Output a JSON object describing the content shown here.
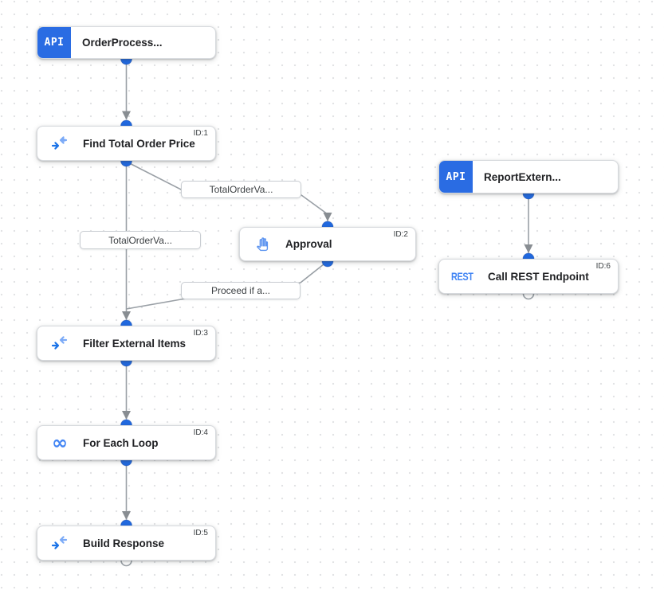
{
  "diagram": {
    "nodes": {
      "order_process": {
        "label": "OrderProcess...",
        "badge": "API"
      },
      "find_total": {
        "label": "Find Total Order Price",
        "id": "ID:1"
      },
      "approval": {
        "label": "Approval",
        "id": "ID:2"
      },
      "filter_items": {
        "label": "Filter External Items",
        "id": "ID:3"
      },
      "for_each": {
        "label": "For Each Loop",
        "id": "ID:4"
      },
      "build_response": {
        "label": "Build Response",
        "id": "ID:5"
      },
      "report_extern": {
        "label": "ReportExtern...",
        "badge": "API"
      },
      "call_rest": {
        "label": "Call REST Endpoint",
        "id": "ID:6",
        "icon_text": "REST"
      }
    },
    "icons": {
      "for_each_glyph": "∞"
    },
    "edge_labels": {
      "find_to_approval": "TotalOrderVa...",
      "find_to_filter": "TotalOrderVa...",
      "approval_to_filter": "Proceed if a..."
    },
    "colors": {
      "accent_blue": "#2a6ce3",
      "icon_blue": "#4285f4",
      "edge_gray": "#9aa0a6",
      "node_border": "#d7dade",
      "label_text": "#3c4043",
      "node_text": "#202124"
    }
  }
}
